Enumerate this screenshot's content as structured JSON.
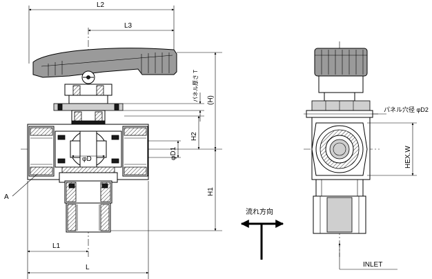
{
  "dimensions": {
    "L2": "L2",
    "L3": "L3",
    "L1": "L1",
    "L": "L",
    "H": "(H)",
    "H1": "H1",
    "H2": "H2",
    "D": "φD",
    "D1": "φD1",
    "panel_thickness": "パネル厚さ T",
    "panel_hole": "パネル穴径 φD2",
    "hex": "HEX.W"
  },
  "labels": {
    "part_a": "A",
    "flow_direction": "流れ方向",
    "inlet": "INLET"
  }
}
